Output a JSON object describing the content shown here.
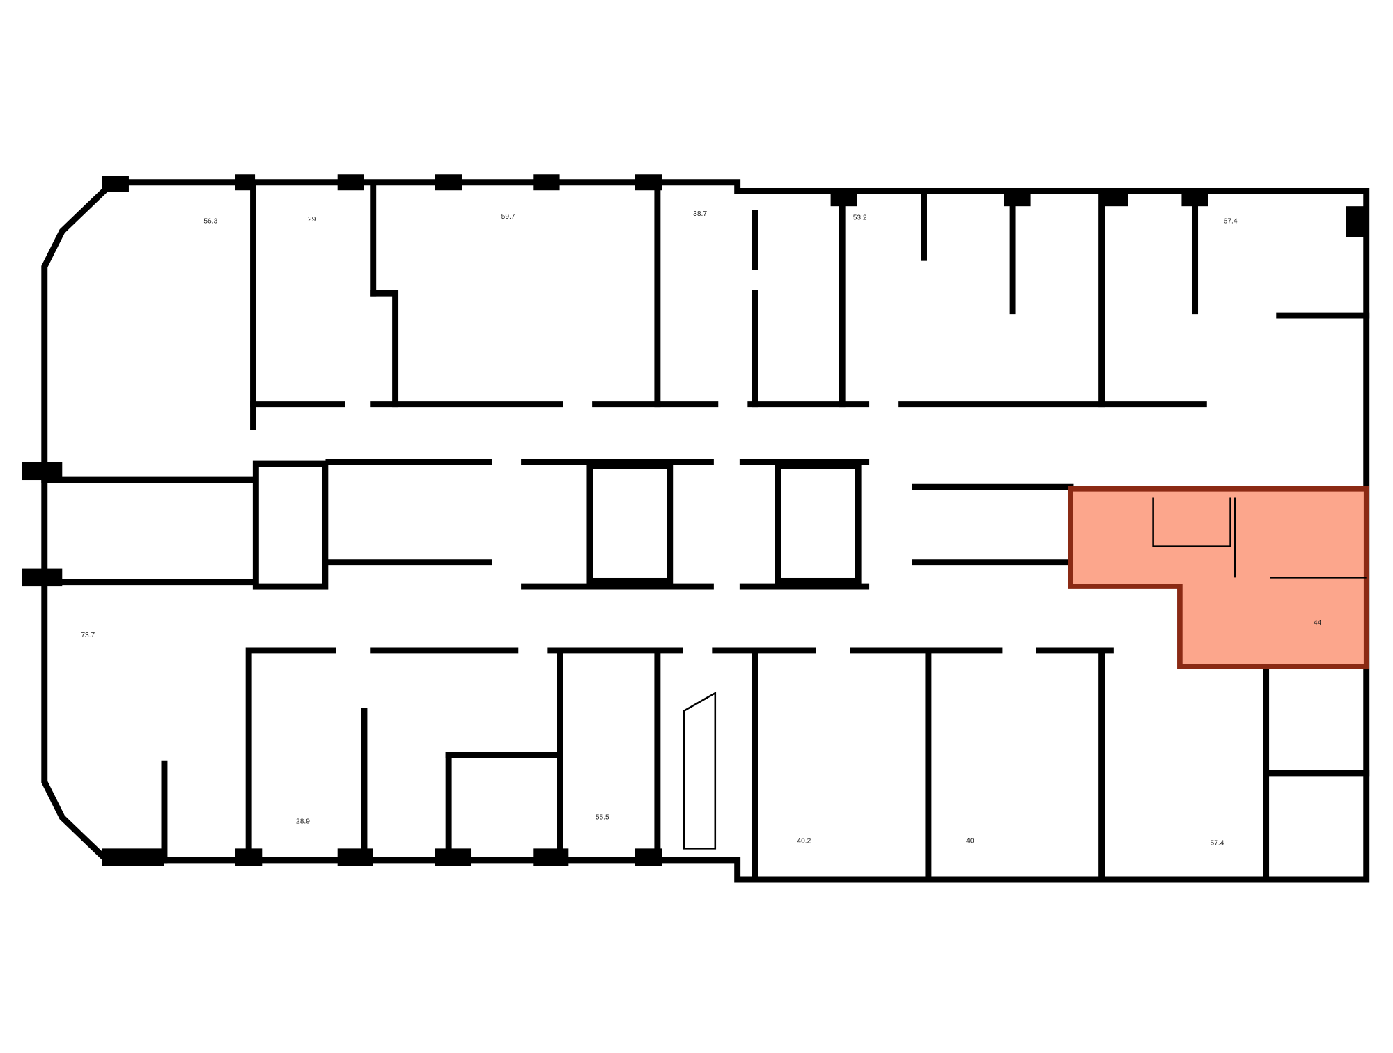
{
  "plan": {
    "apartments": [
      {
        "id": "a1",
        "area": "56.3"
      },
      {
        "id": "a2",
        "area": "29"
      },
      {
        "id": "a3",
        "area": "59.7"
      },
      {
        "id": "a4",
        "area": "38.7"
      },
      {
        "id": "a5",
        "area": "53.2"
      },
      {
        "id": "a6",
        "area": "67.4"
      },
      {
        "id": "a7",
        "area": "73.7"
      },
      {
        "id": "a8",
        "area": "28.9"
      },
      {
        "id": "a9",
        "area": "55.5"
      },
      {
        "id": "a10",
        "area": "40.2"
      },
      {
        "id": "a11",
        "area": "40"
      },
      {
        "id": "a12",
        "area": "57.4"
      },
      {
        "id": "a13",
        "area": "44",
        "selected": true
      }
    ],
    "colors": {
      "highlight_fill": "#fca68c",
      "highlight_stroke": "#8b2a14",
      "wall": "#000000"
    }
  }
}
